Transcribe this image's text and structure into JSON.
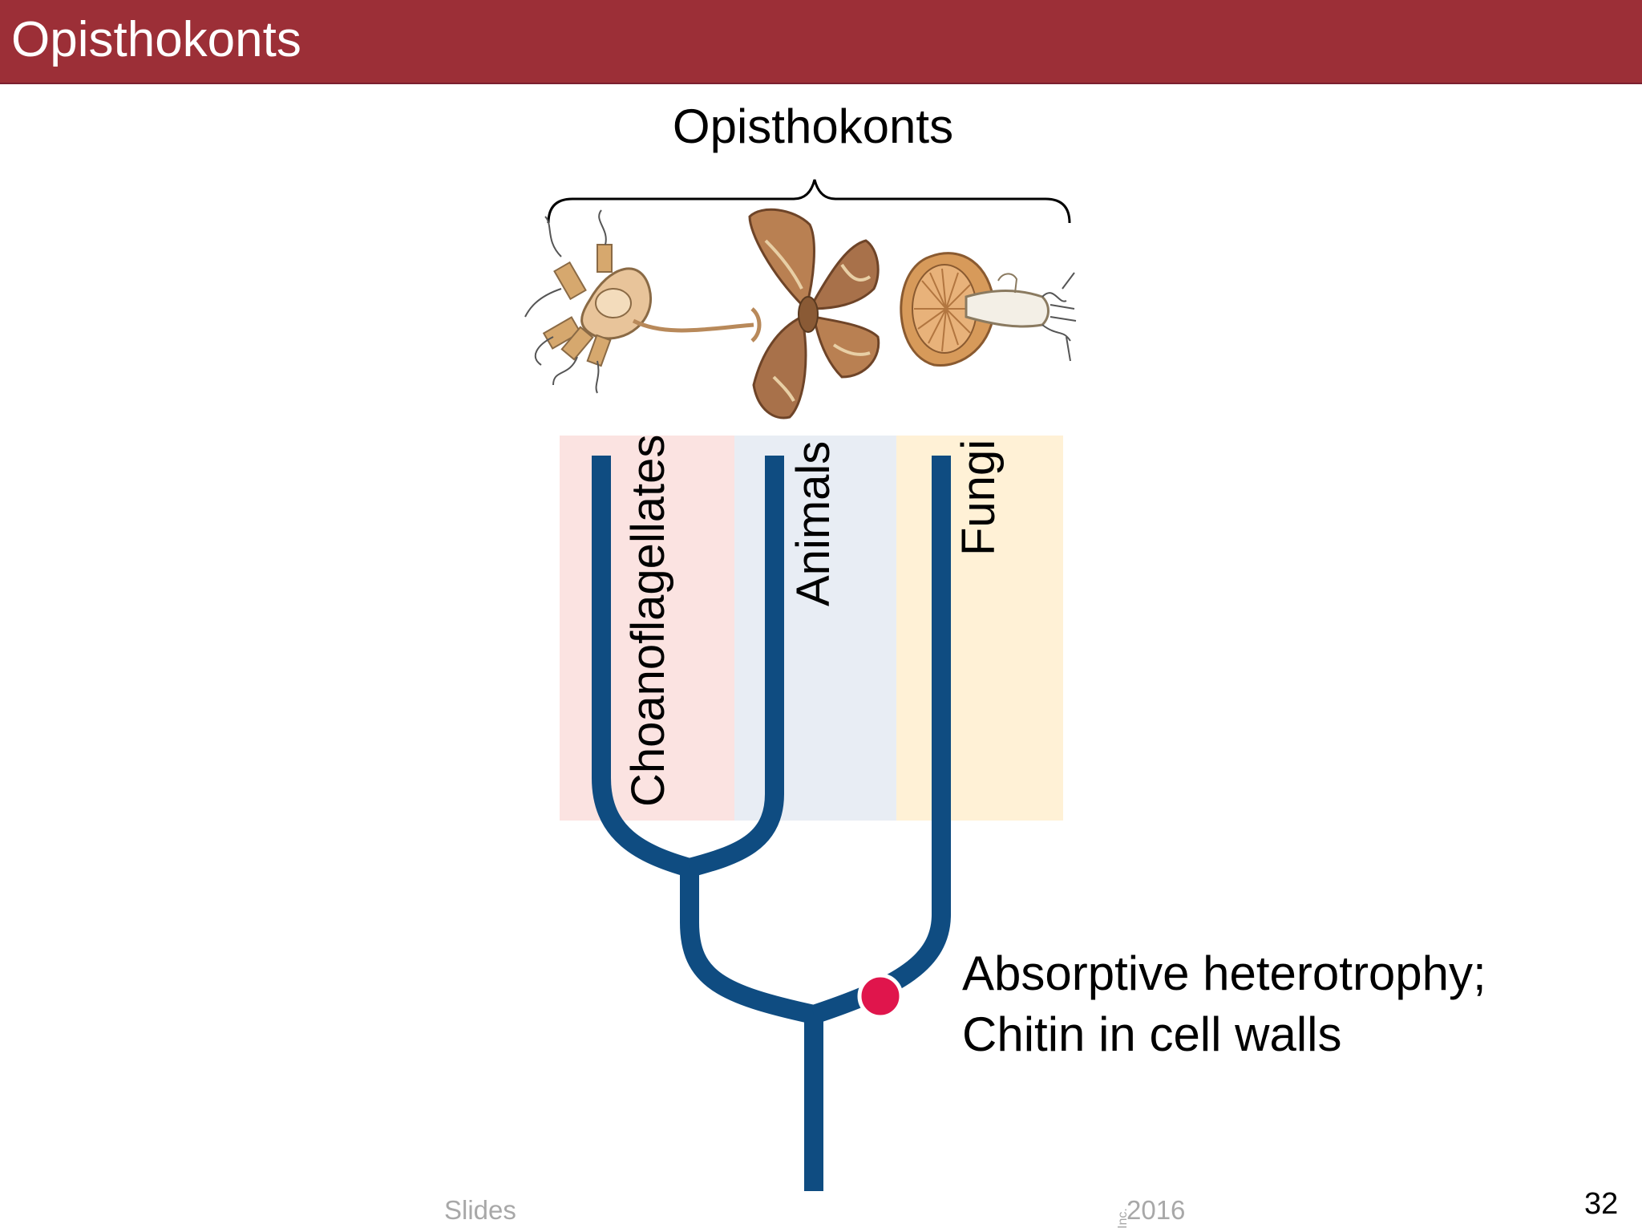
{
  "header": {
    "title": "Opisthokonts"
  },
  "diagram": {
    "title": "Opisthokonts",
    "clades": [
      "Choanoflagellates",
      "Animals",
      "Fungi"
    ],
    "trait": {
      "line1": "Absorptive heterotrophy;",
      "line2": "Chitin in cell walls",
      "marker_color": "#e0154c"
    },
    "colors": {
      "branch": "#0f4c81",
      "choanoflagellates_band": "#fbe3e1",
      "animals_band": "#e8edf4",
      "fungi_band": "#fff1d6",
      "header": "#9c2f37"
    },
    "illustrations": [
      "choanoflagellate",
      "moth",
      "mushroom"
    ]
  },
  "footer": {
    "left": "Slides",
    "right": "2016",
    "inc": "Inc.",
    "page_number": "32"
  }
}
